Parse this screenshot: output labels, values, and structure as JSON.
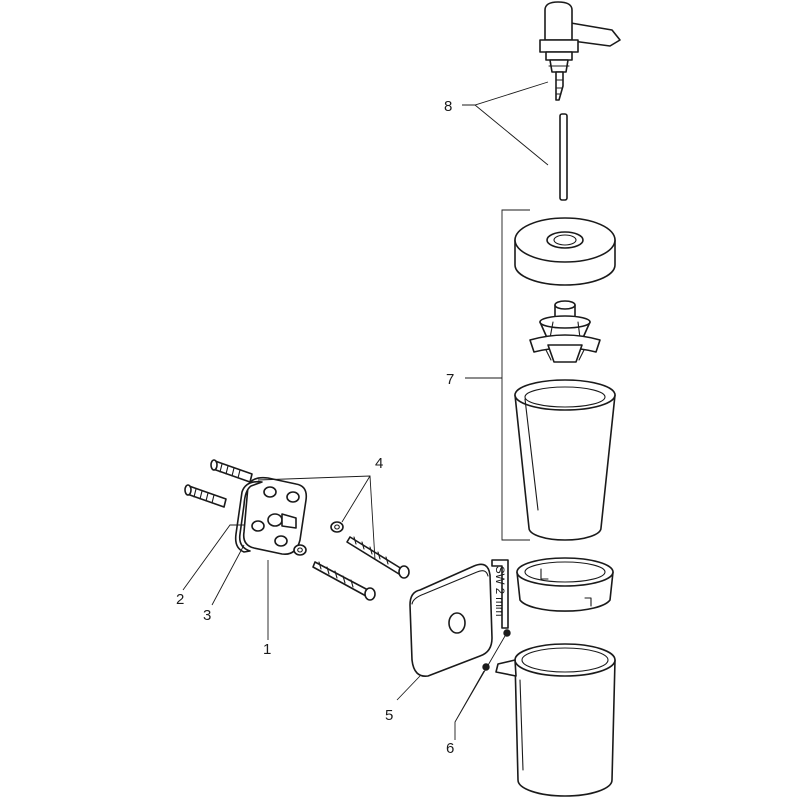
{
  "callouts": {
    "c1": "1",
    "c2": "2",
    "c3": "3",
    "c4": "4",
    "c5": "5",
    "c6": "6",
    "c7": "7",
    "c8": "8"
  },
  "tool_note": "SW 2 mm"
}
